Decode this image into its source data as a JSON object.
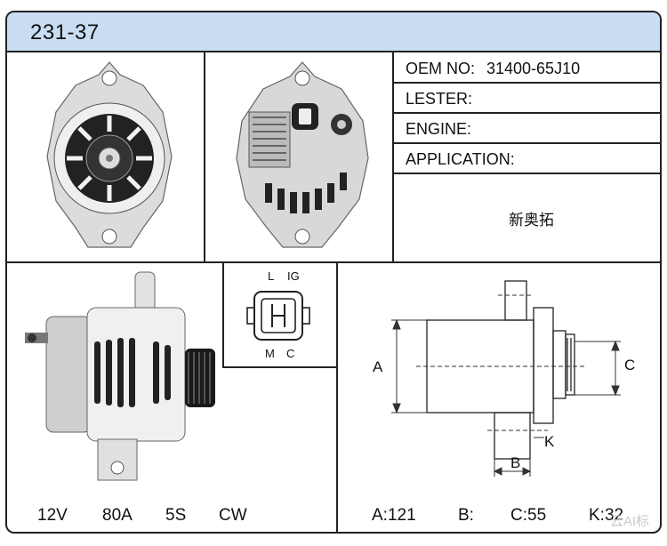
{
  "title": "231-37",
  "info": {
    "oem_label": "OEM NO:",
    "oem_value": "31400-65J10",
    "lester_label": "LESTER:",
    "engine_label": "ENGINE:",
    "application_label": "APPLICATION:",
    "application_value": "新奥拓"
  },
  "connector": {
    "pin_l": "L",
    "pin_ig": "IG",
    "pin_m": "M",
    "pin_c": "C"
  },
  "specs": {
    "voltage": "12V",
    "amperage": "80A",
    "pulley": "5S",
    "rotation": "CW"
  },
  "dimensions": {
    "a_label": "A",
    "c_label": "C",
    "k_label": "K",
    "b_label": "B",
    "a_value": "A:121",
    "b_value": "B:",
    "c_value": "C:55",
    "k_value": "K:32"
  },
  "watermark": "云AI标"
}
